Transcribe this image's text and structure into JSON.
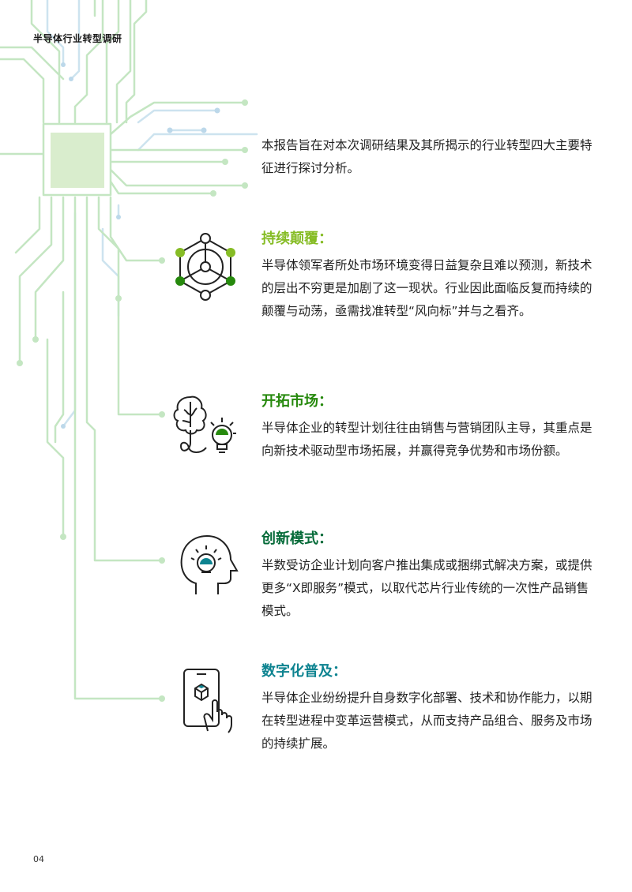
{
  "header": {
    "title": "半导体行业转型调研"
  },
  "intro": {
    "text": "本报告旨在对本次调研结果及其所揭示的行业转型四大主要特征进行探讨分析。"
  },
  "sections": [
    {
      "title": "持续颠覆：",
      "body": "半导体领军者所处市场环境变得日益复杂且难以预测，新技术的层出不穷更是加剧了这一现状。行业因此面临反复而持续的颠覆与动荡，亟需找准转型“风向标”并与之看齐。",
      "icon": "network-hexagon-icon",
      "color": "#86bc25"
    },
    {
      "title": "开拓市场：",
      "body": "半导体企业的转型计划往往由销售与营销团队主导，其重点是向新技术驱动型市场拓展，并赢得竞争优势和市场份额。",
      "icon": "brain-lightbulb-icon",
      "color": "#26890d"
    },
    {
      "title": "创新模式：",
      "body": "半数受访企业计划向客户推出集成或捆绑式解决方案，或提供更多“X即服务”模式，以取代芯片行业传统的一次性产品销售模式。",
      "icon": "head-idea-icon",
      "color": "#046a38"
    },
    {
      "title": "数字化普及：",
      "body": "半导体企业纷纷提升自身数字化部署、技术和协作能力，以期在转型进程中变革运营模式，从而支持产品组合、服务及市场的持续扩展。",
      "icon": "phone-touch-icon",
      "color": "#0d8390"
    }
  ],
  "page": {
    "number": "04"
  },
  "colors": {
    "circuit_green": "#c4e6c2",
    "circuit_blue": "#cde3ef",
    "chip_fill": "#d9edcd"
  }
}
